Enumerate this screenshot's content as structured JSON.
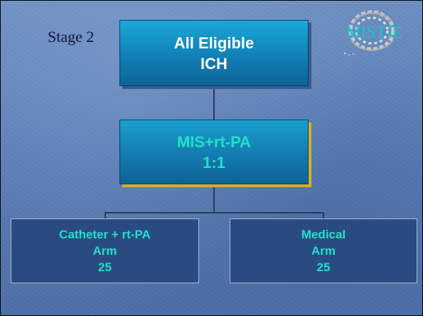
{
  "stage_label": "Stage 2",
  "logo": {
    "text": "MISTIE",
    "icon": "brain-scan-logo-icon"
  },
  "diagram": {
    "top_box": {
      "line1": "All Eligible",
      "line2": "ICH"
    },
    "middle_box": {
      "line1": "MIS+rt-PA",
      "line2": "1:1"
    },
    "left_box": {
      "line1": "Catheter + rt-PA",
      "line2": "Arm",
      "line3": "25"
    },
    "right_box": {
      "line1": "Medical",
      "line2": "Arm",
      "line3": "25"
    }
  },
  "colors": {
    "background": "#5b7eb5",
    "box_text_cyan": "#22e0c8",
    "top_box_text": "#ffffff",
    "mid_box_shadow": "#d5b020",
    "arm_box_fill": "#2a4b82"
  }
}
